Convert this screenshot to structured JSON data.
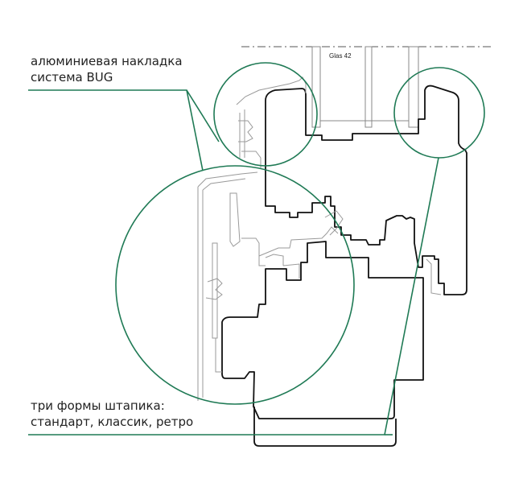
{
  "colors": {
    "accent": "#1f7a55",
    "profile_stroke": "#111111",
    "detail_stroke": "#9a9a9a",
    "text": "#222222"
  },
  "glass_label": "Glas 42",
  "callouts": {
    "aluminium_cover": {
      "line1": "алюминиевая накладка",
      "line2": "система BUG"
    },
    "glazing_bead": {
      "line1": "три формы штапика:",
      "line2": "стандарт, классик, ретро"
    }
  }
}
